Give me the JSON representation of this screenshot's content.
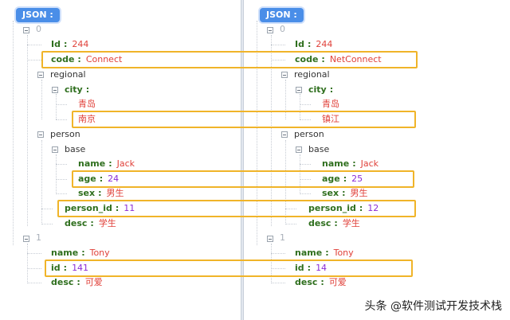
{
  "left": {
    "root": "JSON :",
    "item0_index": "0",
    "id_key": "Id",
    "id_val": "244",
    "code_key": "code",
    "code_val": "Connect",
    "regional_key": "regional",
    "city_key": "city",
    "city0": "青岛",
    "city1": "南京",
    "person_key": "person",
    "base_key": "base",
    "name_key": "name",
    "name_val": "Jack",
    "age_key": "age",
    "age_val": "24",
    "sex_key": "sex",
    "sex_val": "男生",
    "person_id_key": "person_id",
    "person_id_val": "11",
    "desc_key": "desc",
    "desc_val": "学生",
    "item1_index": "1",
    "name2_key": "name",
    "name2_val": "Tony",
    "id2_key": "id",
    "id2_val": "141",
    "desc2_key": "desc",
    "desc2_val": "可爱"
  },
  "right": {
    "root": "JSON :",
    "item0_index": "0",
    "id_key": "Id",
    "id_val": "244",
    "code_key": "code",
    "code_val": "NetConnect",
    "regional_key": "regional",
    "city_key": "city",
    "city0": "青岛",
    "city1": "镇江",
    "person_key": "person",
    "base_key": "base",
    "name_key": "name",
    "name_val": "Jack",
    "age_key": "age",
    "age_val": "25",
    "sex_key": "sex",
    "sex_val": "男生",
    "person_id_key": "person_id",
    "person_id_val": "12",
    "desc_key": "desc",
    "desc_val": "学生",
    "item1_index": "1",
    "name2_key": "name",
    "name2_val": "Tony",
    "id2_key": "id",
    "id2_val": "14",
    "desc2_key": "desc",
    "desc2_val": "可爱"
  },
  "colon": ":",
  "watermark": "头条 @软件测试开发技术栈",
  "colors": {
    "root_pill": "#4a8ee8",
    "key": "#2f6f1e",
    "string_value": "#e0413a",
    "number_value": "#8a2bd6",
    "highlight": "#f0b429"
  }
}
